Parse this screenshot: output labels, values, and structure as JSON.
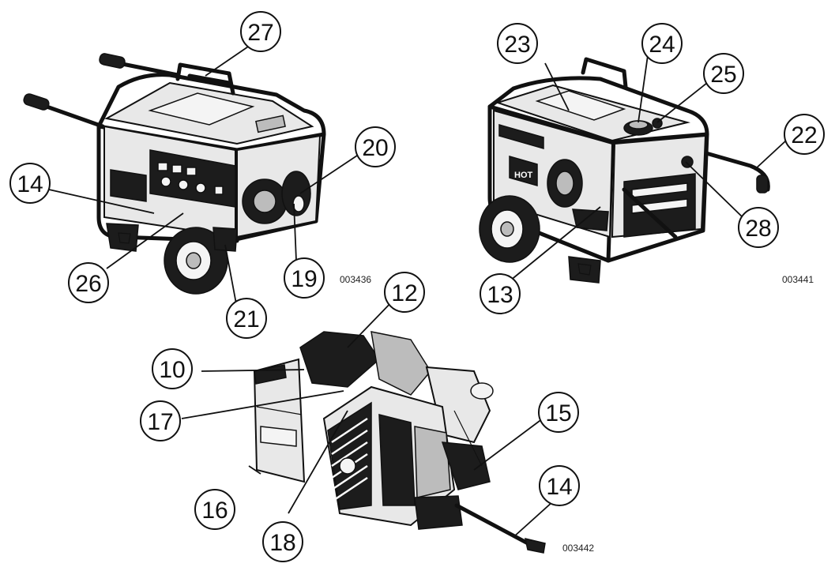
{
  "figures": [
    {
      "code": "003436",
      "callouts": [
        "27",
        "20",
        "14",
        "26",
        "19",
        "21"
      ]
    },
    {
      "code": "003441",
      "callouts": [
        "23",
        "24",
        "25",
        "22",
        "28",
        "13"
      ]
    },
    {
      "code": "003442",
      "callouts": [
        "12",
        "10",
        "17",
        "15",
        "14",
        "16",
        "18"
      ]
    }
  ],
  "colors": {
    "line": "#111111",
    "background": "#ffffff",
    "housing": "#e8e8e8",
    "dark_parts": "#1c1c1c"
  },
  "icons": [
    "generator-front-illustration",
    "generator-rear-illustration",
    "engine-alternator-illustration"
  ]
}
